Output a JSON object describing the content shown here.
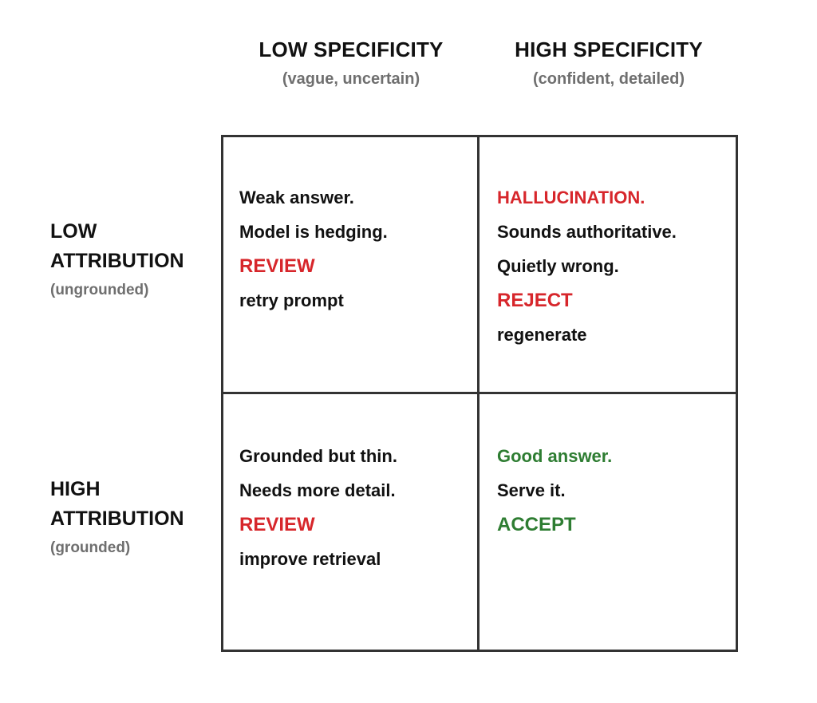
{
  "columns": [
    {
      "title": "LOW SPECIFICITY",
      "subtitle": "(vague, uncertain)"
    },
    {
      "title": "HIGH SPECIFICITY",
      "subtitle": "(confident, detailed)"
    }
  ],
  "rows": [
    {
      "title_line1": "LOW",
      "title_line2": "ATTRIBUTION",
      "subtitle": "(ungrounded)"
    },
    {
      "title_line1": "HIGH",
      "title_line2": "ATTRIBUTION",
      "subtitle": "(grounded)"
    }
  ],
  "cells": {
    "low_attr_low_spec": {
      "lines": [
        "Weak answer.",
        "Model is hedging.",
        "REVIEW",
        "retry prompt"
      ]
    },
    "low_attr_high_spec": {
      "lines": [
        "HALLUCINATION.",
        "Sounds authoritative.",
        "Quietly wrong.",
        "REJECT",
        "regenerate"
      ]
    },
    "high_attr_low_spec": {
      "lines": [
        "Grounded but thin.",
        "Needs more detail.",
        "REVIEW",
        "improve retrieval"
      ]
    },
    "high_attr_high_spec": {
      "lines": [
        "Good answer.",
        "Serve it.",
        "ACCEPT"
      ]
    }
  },
  "colors": {
    "text": "#111111",
    "muted": "#6f6f6f",
    "alert_red": "#d7262b",
    "accept_green": "#2e7d32",
    "grid_line": "#333333"
  }
}
